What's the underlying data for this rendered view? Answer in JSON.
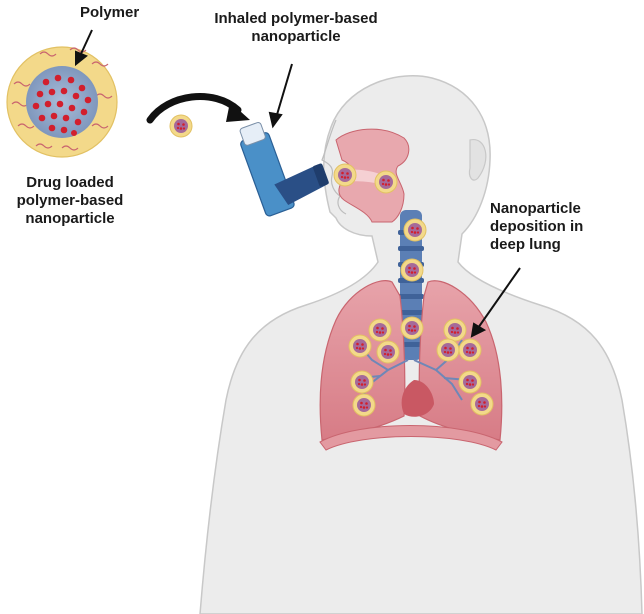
{
  "labels": {
    "polymer": "Polymer",
    "inhaled_line1": "Inhaled polymer-based",
    "inhaled_line2": "nanoparticle",
    "drug_line1": "Drug loaded",
    "drug_line2": "polymer-based",
    "drug_line3": "nanoparticle",
    "deposition_line1": "Nanoparticle",
    "deposition_line2": "deposition in",
    "deposition_line3": "deep lung"
  },
  "colors": {
    "body_fill": "#ececec",
    "body_stroke": "#c8c8c8",
    "lung": "#e9a7ad",
    "lung_dark": "#c9656f",
    "airway": "#5b7fb5",
    "shell": "#f3d98a",
    "core": "#8fa8c8",
    "drug": "#d21f2d",
    "inhaler_body": "#4a90c8",
    "inhaler_cap": "#2a4f86"
  }
}
